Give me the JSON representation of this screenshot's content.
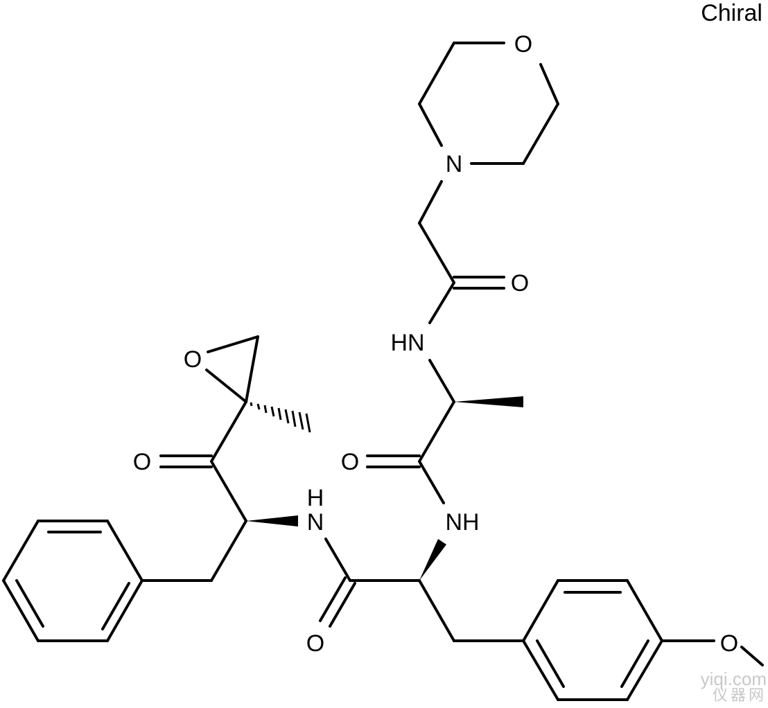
{
  "stereo_label": "Chiral",
  "atom_labels": {
    "o_morpholine": "O",
    "n_morpholine": "N",
    "o_amide_top": "O",
    "nh_top": "HN",
    "o_epoxide": "O",
    "o_ketone": "O",
    "o_amide_mid": "O",
    "nh_left": "NH",
    "h_left": "H",
    "nh_right": "NH",
    "o_amide_low": "O",
    "o_methoxy": "O"
  },
  "watermark": {
    "site": "yiqi.com",
    "cn": "仪器网"
  }
}
